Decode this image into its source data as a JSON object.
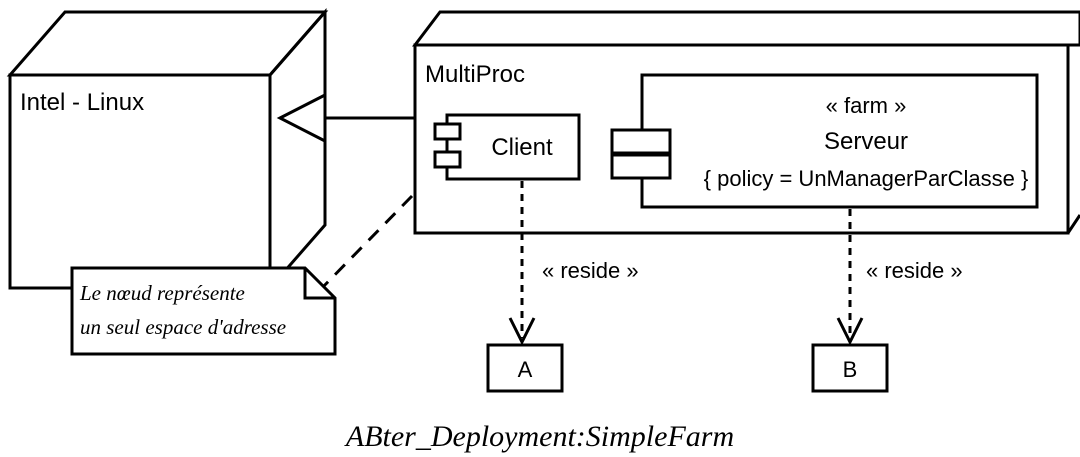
{
  "nodes": {
    "intel_linux": {
      "label": "Intel - Linux"
    },
    "multiproc": {
      "label": "MultiProc"
    }
  },
  "components": {
    "client": {
      "label": "Client"
    },
    "serveur": {
      "stereotype": "« farm »",
      "label": "Serveur",
      "constraint": "{ policy = UnManagerParClasse }"
    }
  },
  "dependencies": {
    "client_to_a": {
      "label": "« reside »"
    },
    "serveur_to_b": {
      "label": "« reside »"
    }
  },
  "classes": {
    "a": {
      "label": "A"
    },
    "b": {
      "label": "B"
    }
  },
  "note": {
    "line1": "Le nœud représente",
    "line2": "un seul espace d'adresse"
  },
  "caption": "ABter_Deployment:SimpleFarm"
}
